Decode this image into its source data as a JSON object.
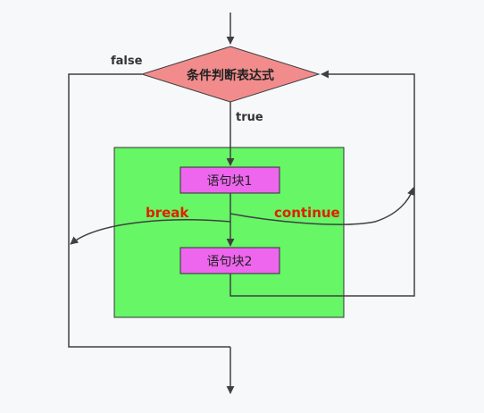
{
  "flow": {
    "condition": "条件判断表达式",
    "false_label": "false",
    "true_label": "true",
    "block1": "语句块1",
    "block2": "语句块2",
    "break_label": "break",
    "continue_label": "continue"
  },
  "colors": {
    "background": "#f7f8fa",
    "diamond_fill": "#f28c8c",
    "loop_body_fill": "#66f666",
    "block_fill": "#ee66ee",
    "line": "#404040",
    "keyword": "#e02000"
  }
}
